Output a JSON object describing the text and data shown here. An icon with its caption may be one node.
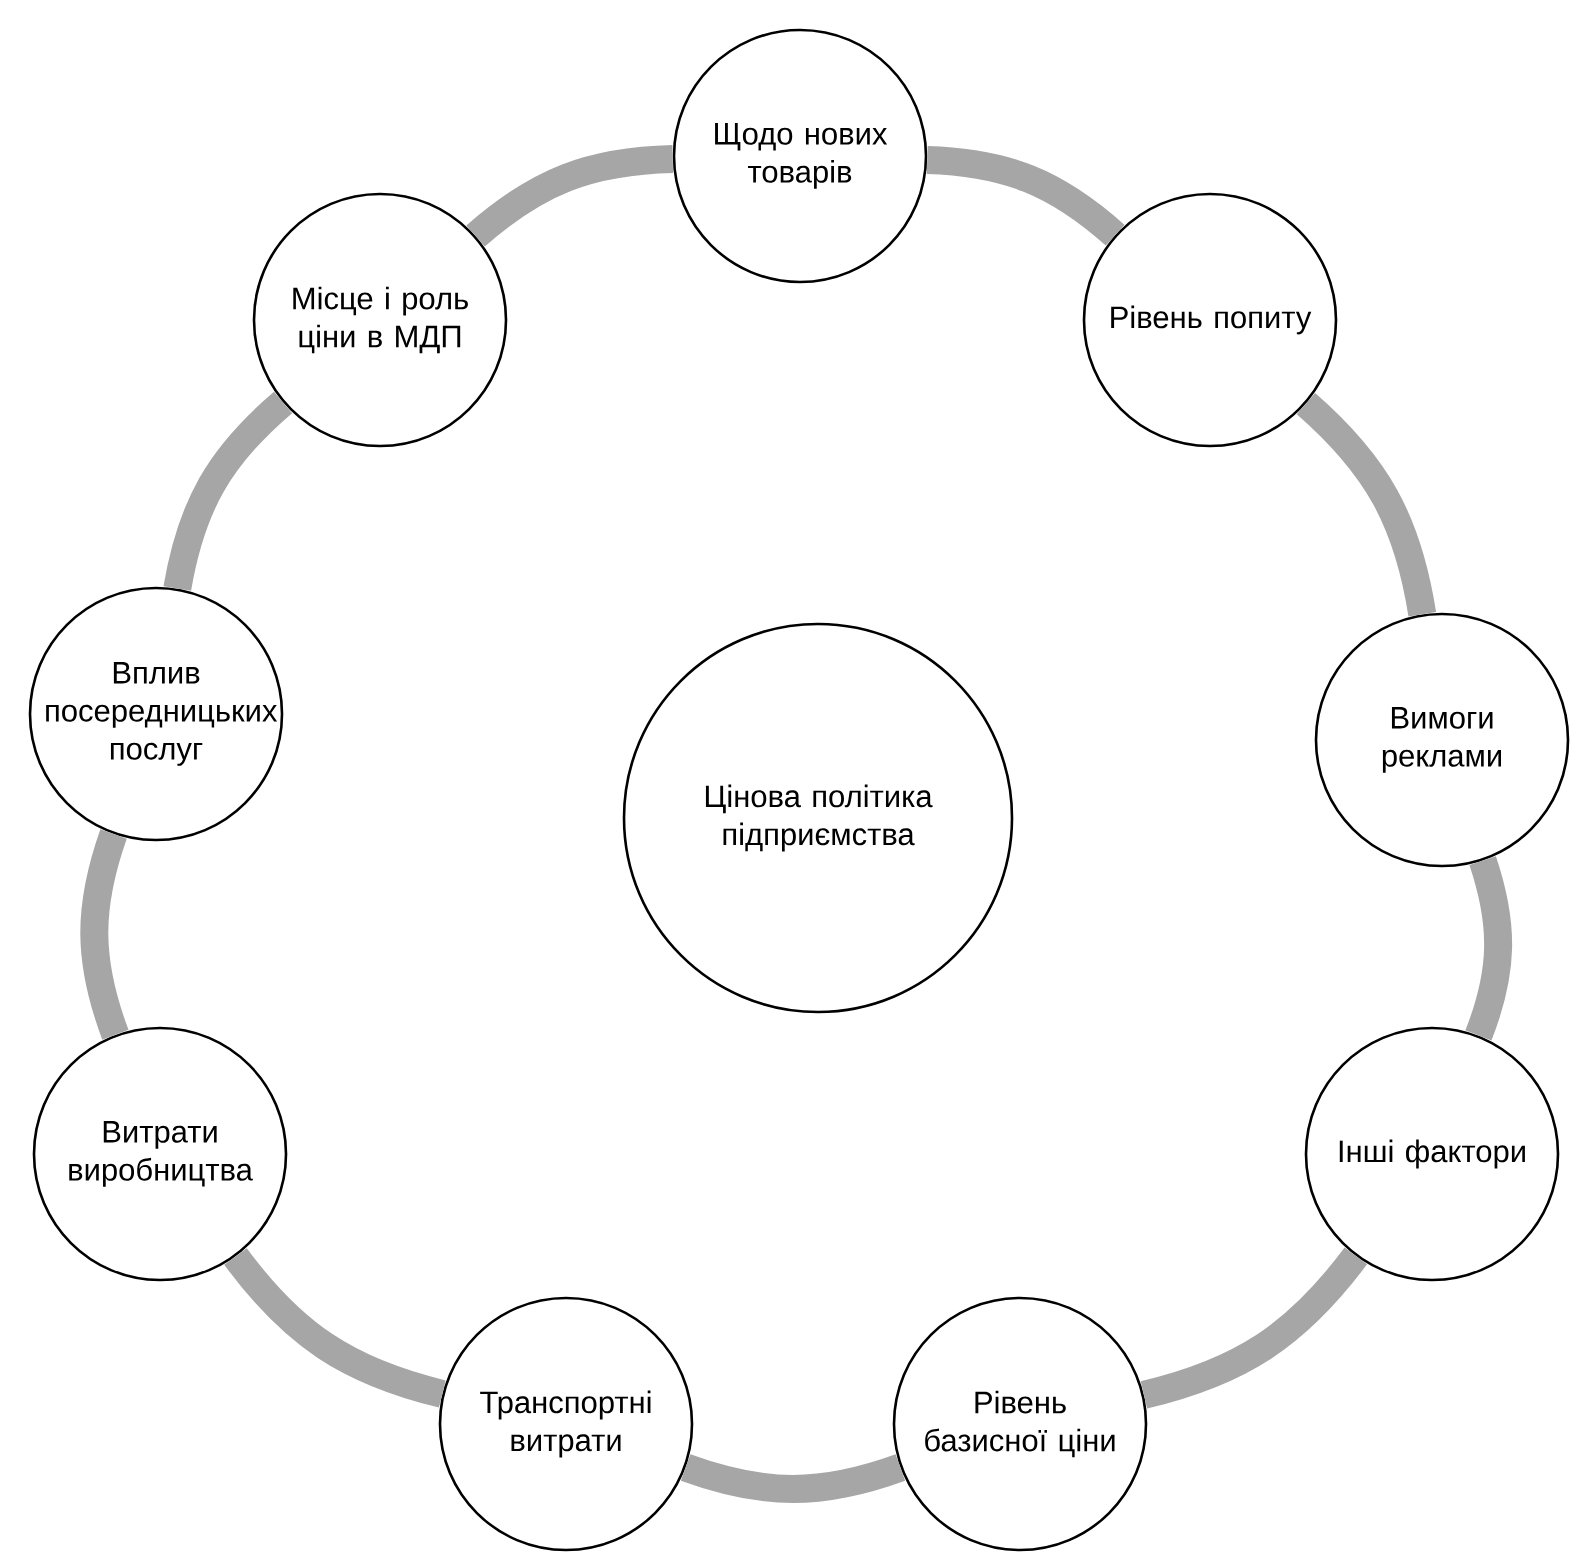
{
  "diagram": {
    "nodes": [
      {
        "text": [
          "Цінова політика підприємства"
        ]
      },
      {
        "text": [
          "Щодо нових товарів"
        ]
      },
      {
        "text": [
          "Рівень попиту"
        ]
      },
      {
        "text": [
          "Вимоги реклами"
        ]
      },
      {
        "text": [
          "Інші фактори"
        ]
      },
      {
        "text": [
          "Рівень базисної ціни"
        ]
      },
      {
        "text": [
          "Транспортні витрати"
        ]
      },
      {
        "text": [
          "Витрати виробництва"
        ]
      },
      {
        "text": [
          "Вплив посередницьких послуг"
        ]
      },
      {
        "text": [
          "Місце і роль ціни в МДП"
        ]
      }
    ],
    "edges": [
      {
        "from": 1,
        "to": 2,
        "arrow": "none"
      },
      {
        "from": 2,
        "to": 3,
        "arrow": "none"
      },
      {
        "from": 3,
        "to": 4,
        "arrow": "none"
      },
      {
        "from": 4,
        "to": 5,
        "arrow": "none"
      },
      {
        "from": 5,
        "to": 6,
        "arrow": "none"
      },
      {
        "from": 6,
        "to": 7,
        "arrow": "none"
      },
      {
        "from": 7,
        "to": 8,
        "arrow": "none"
      },
      {
        "from": 8,
        "to": 9,
        "arrow": "none"
      },
      {
        "from": 9,
        "to": 1,
        "arrow": "none"
      }
    ]
  }
}
